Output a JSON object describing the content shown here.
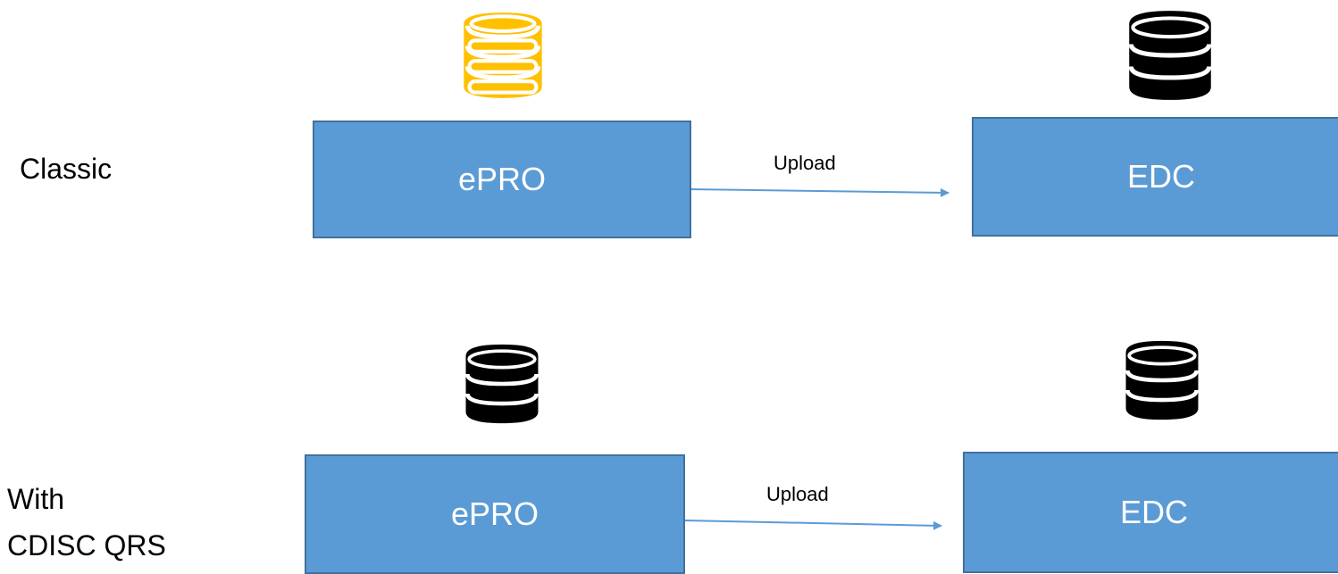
{
  "colors": {
    "box_fill": "#5b9bd5",
    "box_border": "#41719c",
    "box_text": "#ffffff",
    "arrow": "#5b9bd5",
    "db_yellow_fill": "#ffc000",
    "db_yellow_stroke": "#ffffff",
    "db_black_fill": "#000000"
  },
  "rows": [
    {
      "label": "Classic",
      "source": {
        "label": "ePRO",
        "db_icon": "database-icon",
        "db_color": "yellow"
      },
      "target": {
        "label": "EDC",
        "db_icon": "database-icon",
        "db_color": "black"
      },
      "edge_label": "Upload"
    },
    {
      "label_line1": "With",
      "label_line2": "CDISC QRS",
      "source": {
        "label": "ePRO",
        "db_icon": "database-icon",
        "db_color": "black"
      },
      "target": {
        "label": "EDC",
        "db_icon": "database-icon",
        "db_color": "black"
      },
      "edge_label": "Upload"
    }
  ]
}
